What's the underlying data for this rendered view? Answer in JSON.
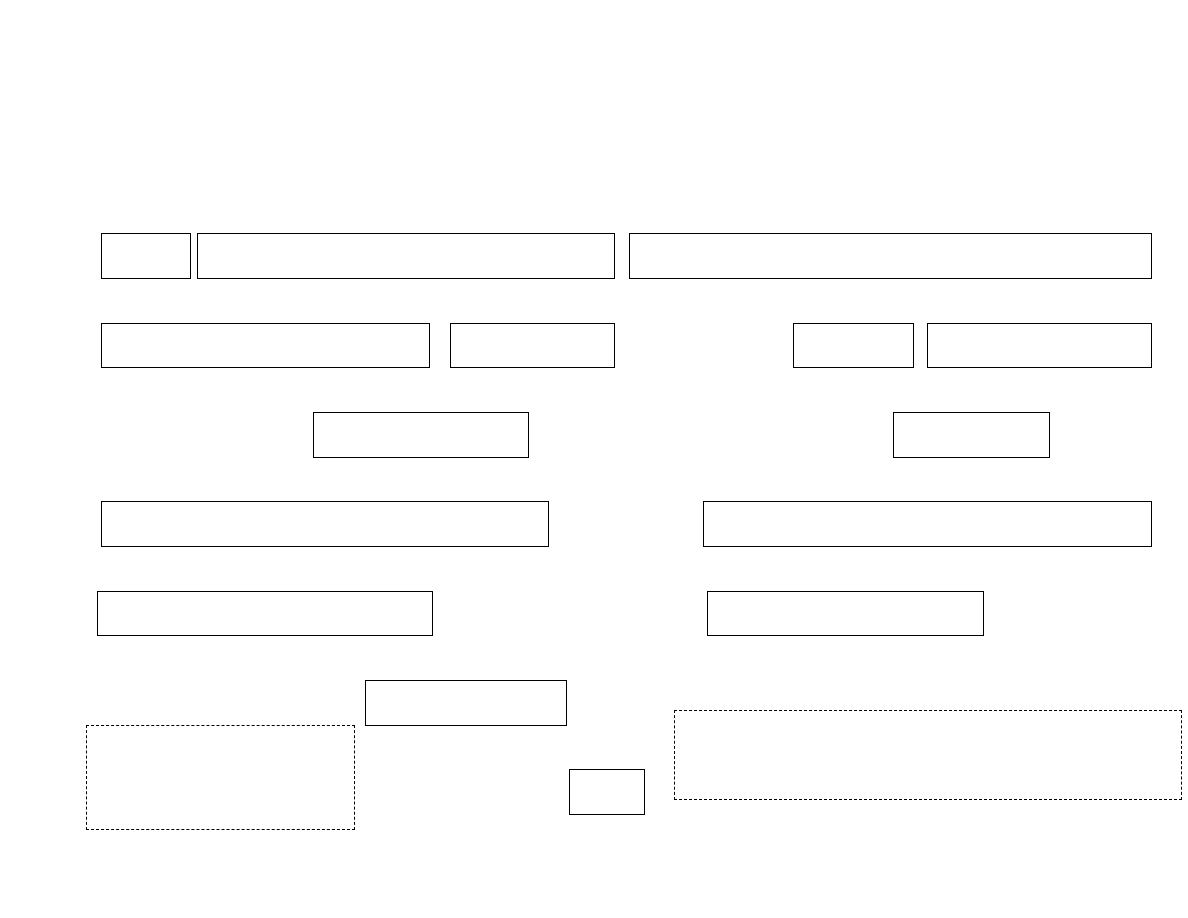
{
  "form": {
    "fields": [
      {
        "id": "r1a",
        "value": ""
      },
      {
        "id": "r1b",
        "value": ""
      },
      {
        "id": "r1c",
        "value": ""
      },
      {
        "id": "r2a",
        "value": ""
      },
      {
        "id": "r2b",
        "value": ""
      },
      {
        "id": "r2c",
        "value": ""
      },
      {
        "id": "r2d",
        "value": ""
      },
      {
        "id": "r3a",
        "value": ""
      },
      {
        "id": "r3b",
        "value": ""
      },
      {
        "id": "r4a",
        "value": ""
      },
      {
        "id": "r4b",
        "value": ""
      },
      {
        "id": "r5a",
        "value": ""
      },
      {
        "id": "r5b",
        "value": ""
      },
      {
        "id": "r6a",
        "value": ""
      },
      {
        "id": "r7a",
        "value": ""
      }
    ],
    "zones": [
      {
        "id": "left",
        "text": ""
      },
      {
        "id": "right",
        "text": ""
      }
    ]
  }
}
